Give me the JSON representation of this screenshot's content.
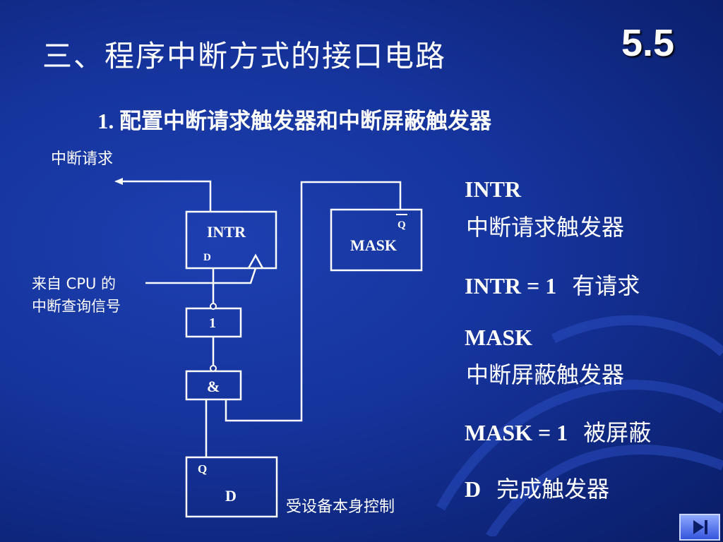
{
  "slide": {
    "title": "三、程序中断方式的接口电路",
    "section_number": "5.5",
    "subtitle": "1. 配置中断请求触发器和中断屏蔽触发器"
  },
  "diagram": {
    "label_interrupt_request": "中断请求",
    "intr_box_label": "INTR",
    "intr_d_label": "D",
    "mask_q_label": "Q",
    "mask_box_label": "MASK",
    "cpu_query_line1": "来自 CPU 的",
    "cpu_query_line2": "中断查询信号",
    "gate_not_label": "1",
    "gate_and_label": "&",
    "d_q_label": "Q",
    "d_box_label": "D",
    "device_control_label": "受设备本身控制"
  },
  "descriptions": {
    "intr_name": "INTR",
    "intr_desc": "中断请求触发器",
    "intr_eq": "INTR = 1",
    "intr_eq_meaning": "有请求",
    "mask_name": "MASK",
    "mask_desc": "中断屏蔽触发器",
    "mask_eq": "MASK = 1",
    "mask_eq_meaning": "被屏蔽",
    "d_name": "D",
    "d_desc": "完成触发器"
  },
  "colors": {
    "background": "#15339b",
    "text": "#ffffff",
    "line": "#ffffff"
  },
  "icons": {
    "next_button": "next-slide-icon"
  }
}
